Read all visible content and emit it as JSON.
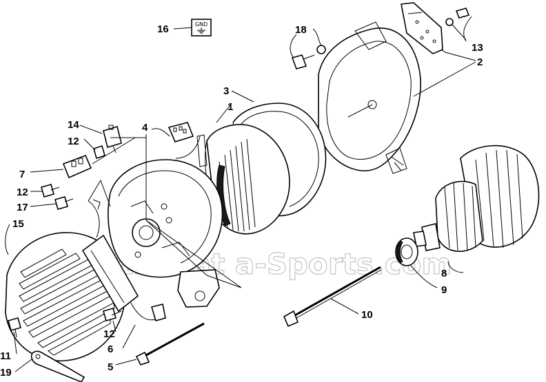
{
  "watermark": "Arctic Cat a-Sports.com",
  "callouts": {
    "c1": "1",
    "c2": "2",
    "c3": "3",
    "c4": "4",
    "c5": "5",
    "c6": "6",
    "c7": "7",
    "c8": "8",
    "c9": "9",
    "c10": "10",
    "c11": "11",
    "c12a": "12",
    "c12b": "12",
    "c12c": "12",
    "c13": "13",
    "c14": "14",
    "c15": "15",
    "c16": "16",
    "c17": "17",
    "c18": "18",
    "c19": "19"
  },
  "gnd_label": "GND"
}
